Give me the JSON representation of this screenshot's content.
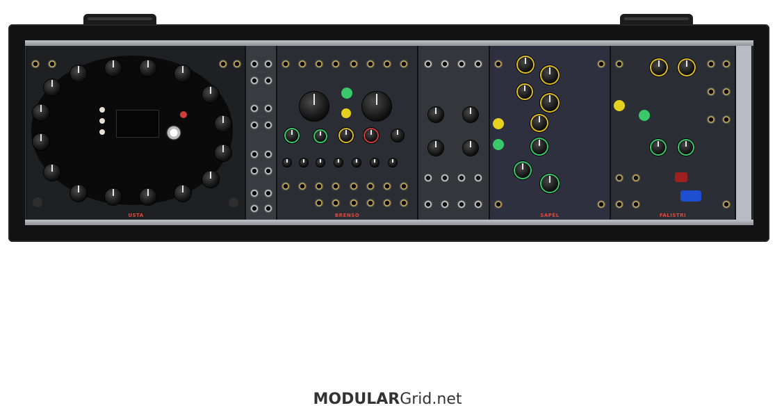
{
  "modules": [
    {
      "id": "usta",
      "name": "USTA"
    },
    {
      "id": "brenso",
      "name": "BRENSO"
    },
    {
      "id": "sapel",
      "name": "SAPÈL"
    },
    {
      "id": "falistri",
      "name": "FALISTRI"
    }
  ],
  "footer": {
    "logo_bold": "MODULAR",
    "logo_regular": "Grid.net"
  },
  "colors": {
    "case": "#121212",
    "panel": "#2a2c33",
    "module_name": "#e0493c",
    "accent_yellow": "#e0c020",
    "accent_green": "#39c96a",
    "accent_red": "#d23c3c"
  }
}
